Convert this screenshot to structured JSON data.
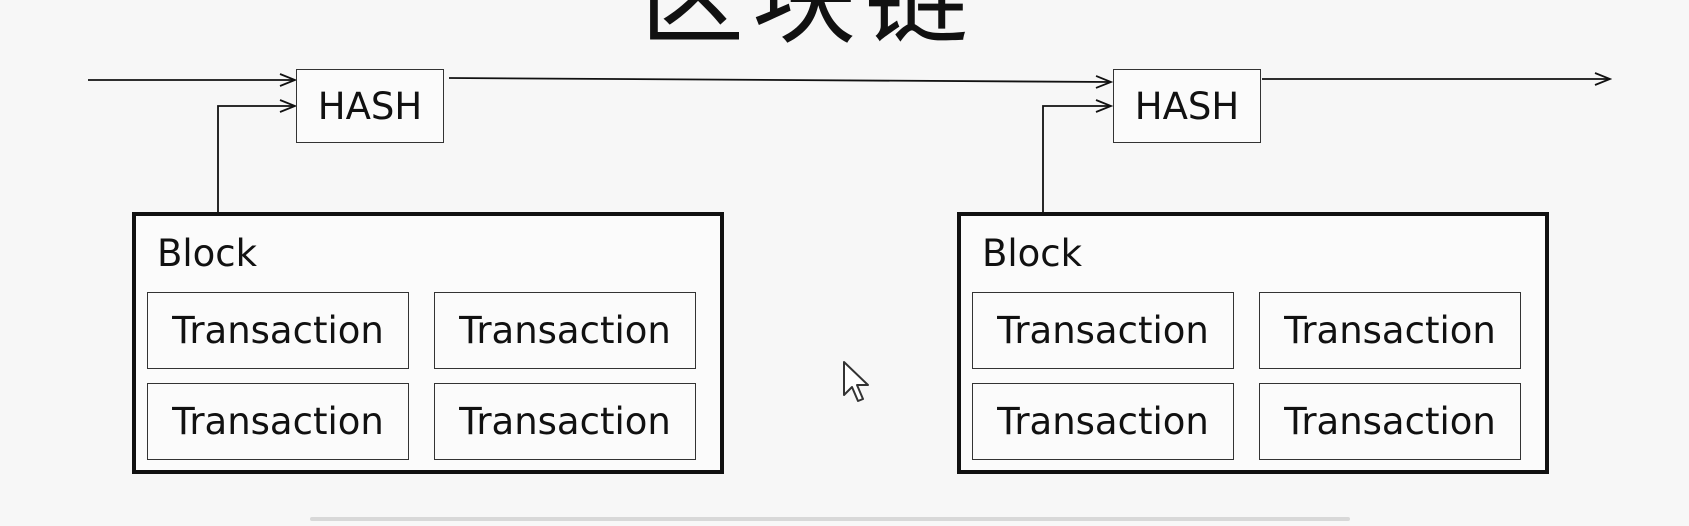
{
  "title": "区块链",
  "chain": [
    {
      "hash_label": "HASH",
      "block_label": "Block",
      "transactions": [
        "Transaction",
        "Transaction",
        "Transaction",
        "Transaction"
      ]
    },
    {
      "hash_label": "HASH",
      "block_label": "Block",
      "transactions": [
        "Transaction",
        "Transaction",
        "Transaction",
        "Transaction"
      ]
    }
  ],
  "icons": {
    "pointer": "mouse-pointer-icon"
  },
  "colors": {
    "line": "#111111",
    "background": "#f7f7f7"
  }
}
